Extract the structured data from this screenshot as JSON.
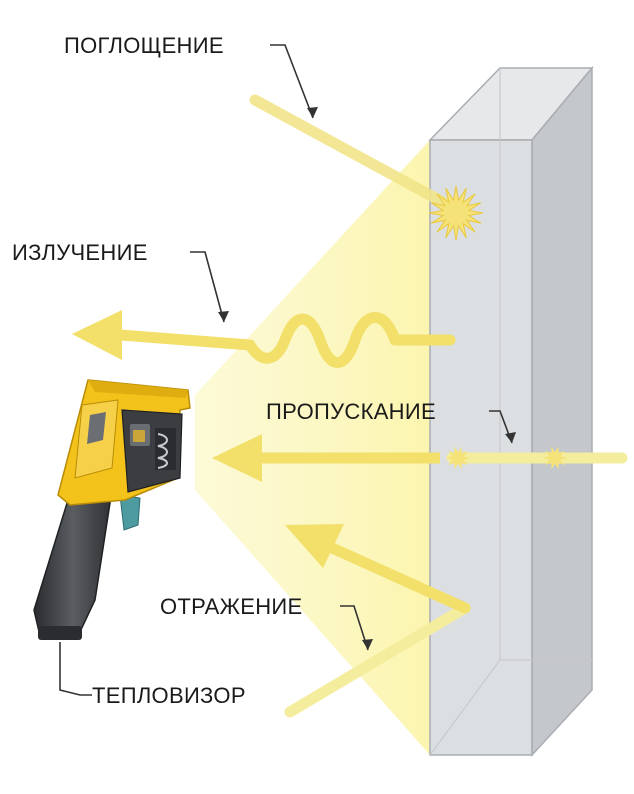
{
  "labels": {
    "absorption": "ПОГЛОЩЕНИЕ",
    "emission": "ИЗЛУЧЕНИЕ",
    "transmission": "ПРОПУСКАНИЕ",
    "reflection": "ОТРАЖЕНИЕ",
    "imager": "ТЕПЛОВИЗОР"
  },
  "colors": {
    "beam": "#f4ec98",
    "arrow": "#f2e06a",
    "cone": "#fbf8cf",
    "wall_front": "#dadde0",
    "wall_side": "#c9ccd0",
    "wall_top": "#e9ebed",
    "camera_yellow": "#f3c21b",
    "camera_dark": "#3b3d40"
  }
}
